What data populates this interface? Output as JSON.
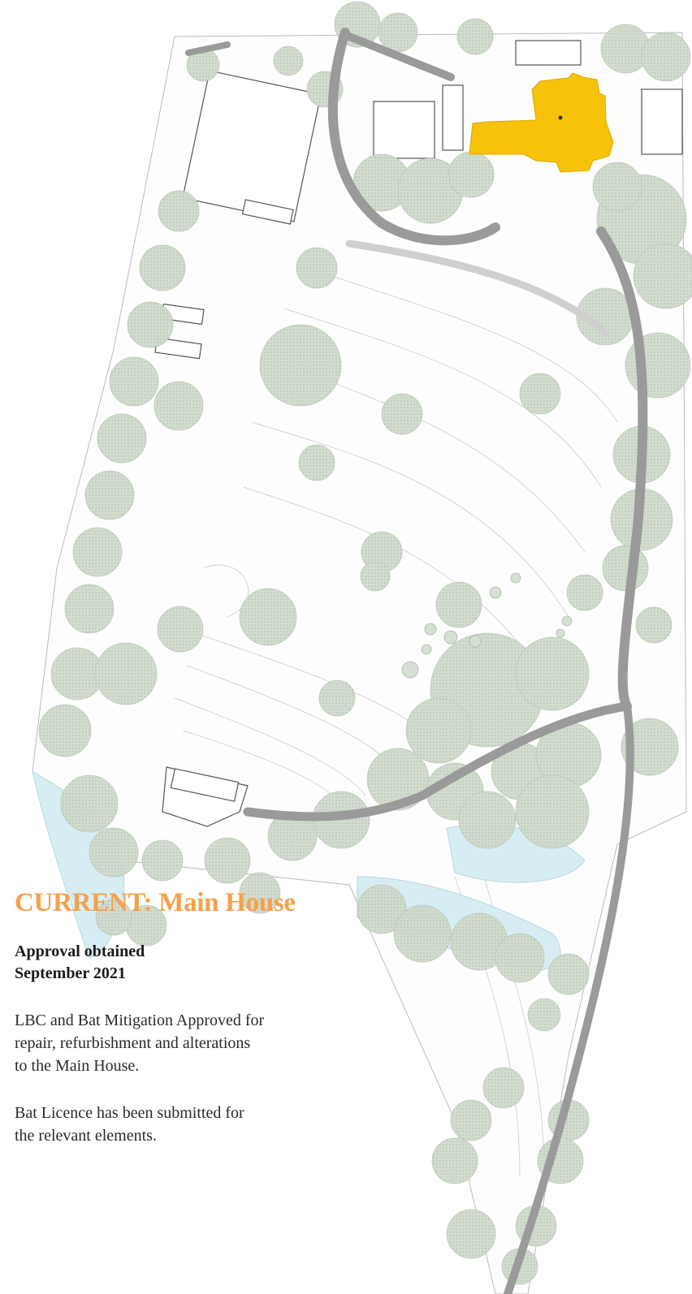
{
  "panel": {
    "heading": "CURRENT: Main House",
    "status_line1": "Approval obtained",
    "status_line2": "September 2021",
    "paragraph1": "LBC and Bat Mitigation Approved for\nrepair, refurbishment and alterations\nto the Main House.",
    "paragraph2": "Bat Licence has been submitted for\nthe relevant elements."
  },
  "map": {
    "highlighted_building": "main-house",
    "highlight_color": "#f6c20a",
    "tree_color": "#cdd9cb",
    "water_color": "#d2ecf1",
    "road_color": "#9a9a9a",
    "heading_color": "#f5a04b"
  }
}
